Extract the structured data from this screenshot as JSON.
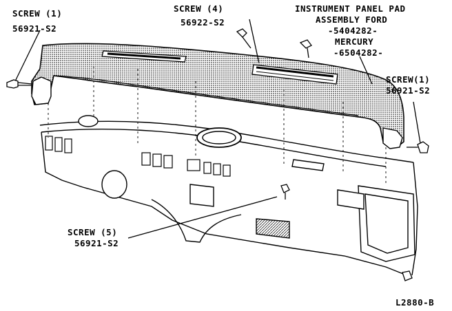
{
  "labels": {
    "screw_top_left": {
      "title": "SCREW (1)",
      "part": "56921-S2"
    },
    "screw_top_mid": {
      "title": "SCREW (4)",
      "part": "56922-S2"
    },
    "pad": {
      "line1": "INSTRUMENT PANEL PAD",
      "line2": "ASSEMBLY FORD",
      "ford_part": "-5404282-",
      "mercury": "MERCURY",
      "mercury_part": "-6504282-"
    },
    "screw_right": {
      "title": "SCREW(1)",
      "part": "56921-S2"
    },
    "screw_bottom": {
      "title": "SCREW (5)",
      "part": "56921-S2"
    },
    "figure_id": "L2880-B"
  },
  "colors": {
    "ink": "#000000",
    "paper": "#ffffff"
  },
  "icons": [
    "screw-icon"
  ]
}
